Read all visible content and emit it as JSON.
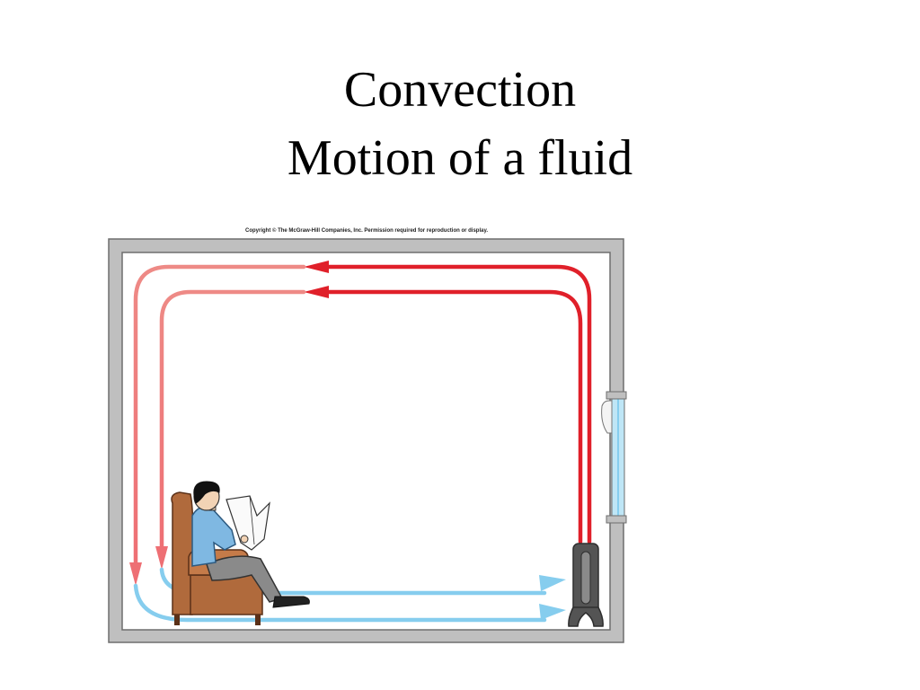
{
  "slide": {
    "title_line1": "Convection",
    "title_line2": "Motion of a fluid"
  },
  "figure": {
    "copyright": "Copyright © The McGraw-Hill Companies, Inc. Permission required for reproduction or display."
  },
  "colors": {
    "hot_air": "#e0202a",
    "cooling_air": "#ee7a78",
    "cool_air": "#86cdee",
    "wall": "#bfbfbf",
    "wall_edge": "#6e6e6e",
    "chair": "#b06a3c",
    "shirt": "#7fb8e2",
    "radiator": "#545454"
  },
  "icons": {
    "heat_source": "radiator-icon",
    "person": "man-reading-icon",
    "seat": "armchair-icon",
    "window": "window-icon"
  }
}
